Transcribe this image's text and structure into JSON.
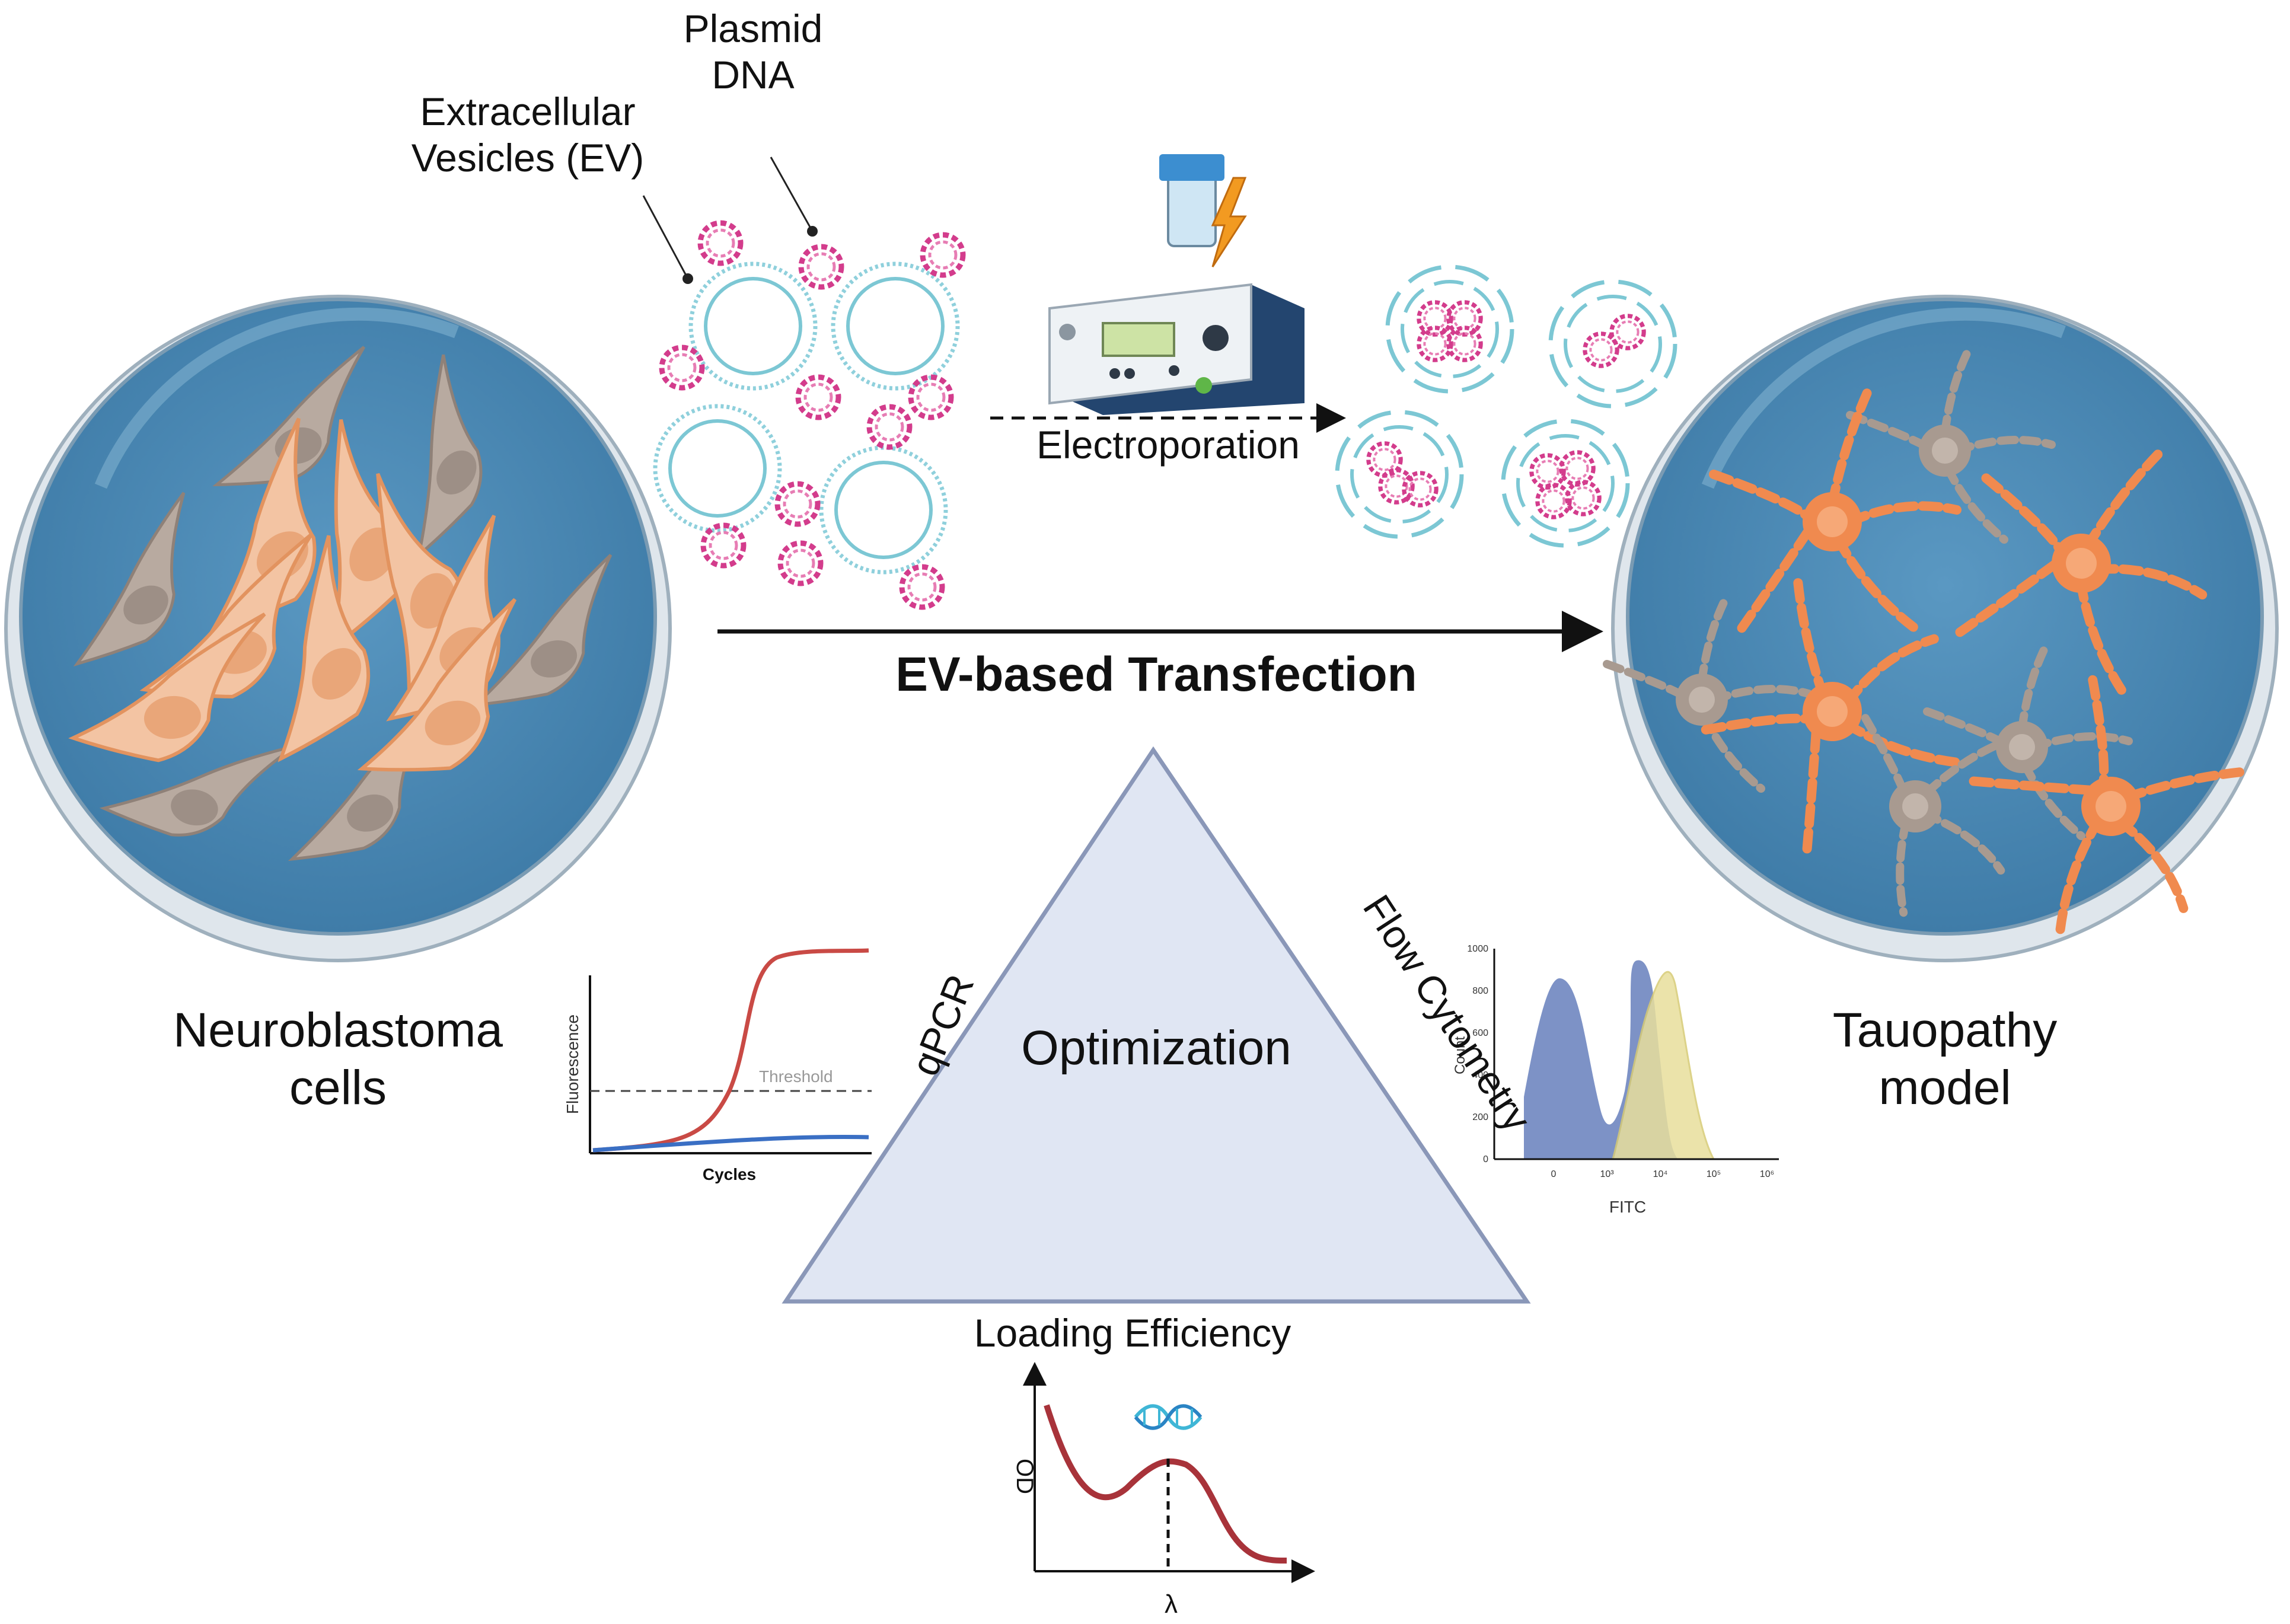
{
  "labels": {
    "plasmid": "Plasmid DNA",
    "extracellular": "Extracellular Vesicles (EV)",
    "electroporation": "Electroporation",
    "transfection": "EV-based Transfection",
    "neuroblastoma": "Neuroblastoma cells",
    "tauopathy": "Tauopathy model",
    "optimization": "Optimization",
    "qpcr": "qPCR",
    "flow": "Flow Cytometry",
    "loading": "Loading Efficiency"
  },
  "qpcr_plot": {
    "ylabel": "Fluorescence",
    "xlabel": "Cycles",
    "threshold_label": "Threshold",
    "colors": {
      "amplified": "#c94a45",
      "baseline": "#3a6fc4"
    }
  },
  "flow_plot": {
    "ylabel": "Count",
    "xlabel": "FITC",
    "yticks": [
      "0",
      "200",
      "400",
      "600",
      "800",
      "1000"
    ],
    "xticks": [
      "0",
      "10³",
      "10⁴",
      "10⁵",
      "10⁶"
    ],
    "colors": {
      "unstained": "#6f86c0",
      "stained": "#e8df9c"
    }
  },
  "od_plot": {
    "ylabel": "OD",
    "xlabel": "λ",
    "curve_color": "#a8333a",
    "dna_icon": "dna-helix-icon"
  },
  "colors": {
    "dish_fill": "#4f8db8",
    "cell_orange": "#f3c4a3",
    "cell_gray": "#b8aaa0",
    "neuron_orange": "#f08a4f",
    "ev_ring": "#7cc7d4",
    "plasmid": "#d33c8c",
    "triangle_fill": "#e0e6f3",
    "triangle_stroke": "#8a97b8"
  }
}
